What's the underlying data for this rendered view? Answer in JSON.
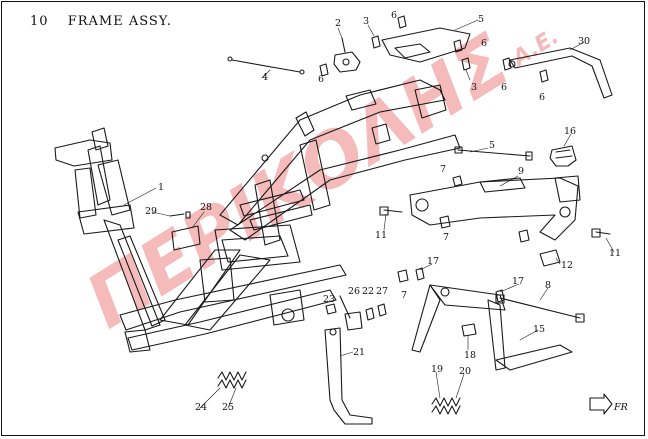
{
  "diagram": {
    "title_number": "10",
    "title_text": "FRAME ASSY.",
    "watermark_main": "ΠΕΡΙΚΟΛΗΣ",
    "watermark_suffix": "A.E.",
    "colors": {
      "line": "#1a1a1a",
      "watermark": "#f2a3a3"
    },
    "callouts": {
      "c1": "1",
      "c2": "2",
      "c3a": "3",
      "c3b": "3",
      "c4": "4",
      "c5a": "5",
      "c5b": "5",
      "c6a": "6",
      "c6b": "6",
      "c6c": "6",
      "c6d": "6",
      "c6e": "6",
      "c7a": "7",
      "c7b": "7",
      "c7c": "7",
      "c8": "8",
      "c9": "9",
      "c11a": "11",
      "c11b": "11",
      "c12": "12",
      "c15": "15",
      "c16": "16",
      "c17a": "17",
      "c17b": "17",
      "c18": "18",
      "c19": "19",
      "c20": "20",
      "c21": "21",
      "c22": "22",
      "c23": "23",
      "c24": "24",
      "c25": "25",
      "c26": "26",
      "c27": "27",
      "c28": "28",
      "c29": "29",
      "c30": "30"
    },
    "direction_arrow_label": "FR"
  }
}
